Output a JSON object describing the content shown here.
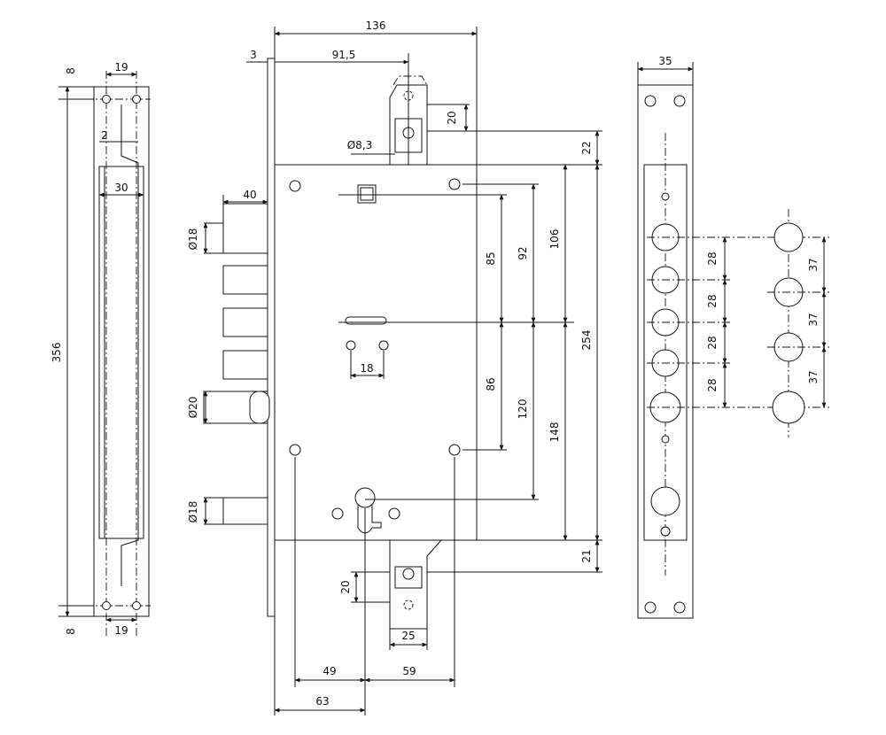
{
  "drawing": {
    "colors": {
      "line": "#111111",
      "background": "#ffffff"
    },
    "left_strip": {
      "top_offset": "8",
      "top_hole_spacing": "19",
      "flange": "2",
      "width": "30",
      "height": "356",
      "bottom_offset": "8",
      "bottom_hole_spacing": "19"
    },
    "lock_body": {
      "overall_width": "136",
      "faceplate": "3",
      "spindle_offset": "91,5",
      "pin_diameter": "Ø8,3",
      "top_cam": "20",
      "top_gap": "22",
      "bolt_projection": "40",
      "bolt_top_diameter": "Ø18",
      "bolt_mid_diameter": "Ø20",
      "bolt_bottom_diameter": "Ø18",
      "dim_85": "85",
      "dim_92": "92",
      "dim_106": "106",
      "dim_254": "254",
      "dim_86": "86",
      "dim_120": "120",
      "dim_148": "148",
      "pin_spacing": "18",
      "bottom_gap": "21",
      "bottom_cam": "20",
      "bottom_cam_width": "25",
      "backset_49": "49",
      "dim_59": "59",
      "dim_63": "63"
    },
    "right_plate": {
      "width": "35",
      "spacing_28_a": "28",
      "spacing_28_b": "28",
      "spacing_28_c": "28",
      "spacing_28_d": "28",
      "spacing_37_a": "37",
      "spacing_37_b": "37",
      "spacing_37_c": "37"
    }
  }
}
